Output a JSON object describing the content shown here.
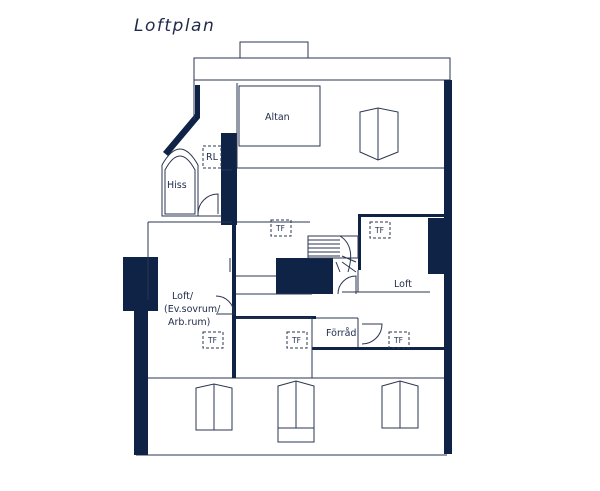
{
  "plan": {
    "title": "Loftplan",
    "colors": {
      "wall": "#0f2347",
      "line": "#2a3550",
      "paper": "#ffffff"
    },
    "rooms": {
      "altan": "Altan",
      "rl": "RL",
      "hiss": "Hiss",
      "loft_left": [
        "Loft/",
        "(Ev.sovrum/",
        "Arb.rum)"
      ],
      "loft_right": "Loft",
      "forrad": "Förråd"
    },
    "tf_label": "TF"
  }
}
